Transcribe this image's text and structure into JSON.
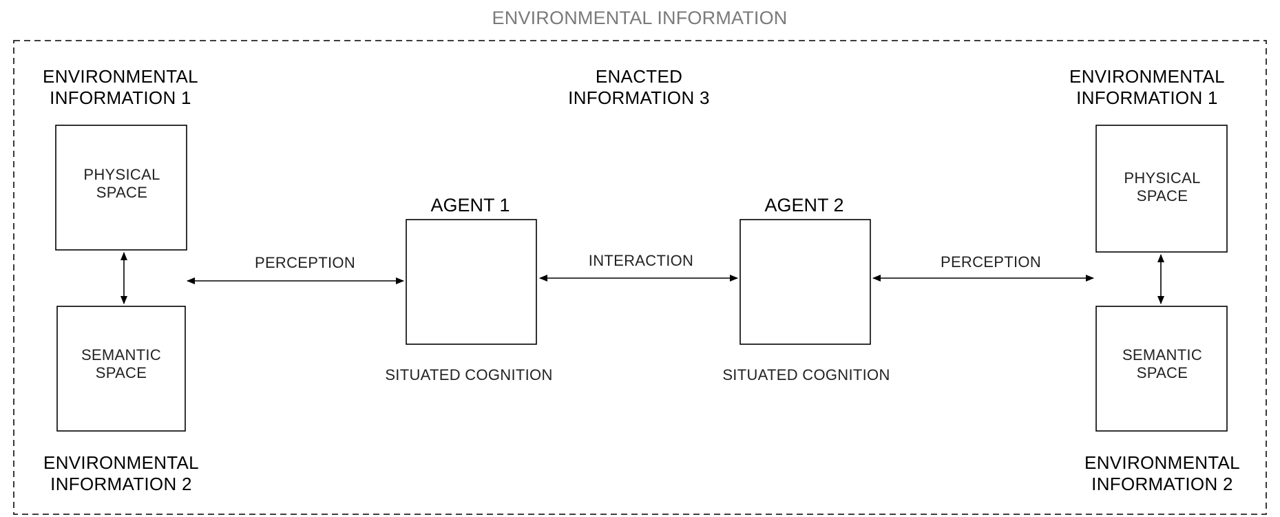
{
  "frame": {
    "title": "ENVIRONMENTAL INFORMATION"
  },
  "left": {
    "top_label": [
      "ENVIRONMENTAL",
      "INFORMATION 1"
    ],
    "bottom_label": [
      "ENVIRONMENTAL",
      "INFORMATION 2"
    ],
    "physical_space": [
      "PHYSICAL",
      "SPACE"
    ],
    "semantic_space": [
      "SEMANTIC",
      "SPACE"
    ]
  },
  "right": {
    "top_label": [
      "ENVIRONMENTAL",
      "INFORMATION 1"
    ],
    "bottom_label": [
      "ENVIRONMENTAL",
      "INFORMATION 2"
    ],
    "physical_space": [
      "PHYSICAL",
      "SPACE"
    ],
    "semantic_space": [
      "SEMANTIC",
      "SPACE"
    ]
  },
  "center": {
    "enacted_label": [
      "ENACTED",
      "INFORMATION 3"
    ]
  },
  "agents": [
    {
      "title": "AGENT 1",
      "caption": "SITUATED COGNITION"
    },
    {
      "title": "AGENT 2",
      "caption": "SITUATED COGNITION"
    }
  ],
  "arrows": {
    "left_perception": "PERCEPTION",
    "interaction": "INTERACTION",
    "right_perception": "PERCEPTION"
  }
}
